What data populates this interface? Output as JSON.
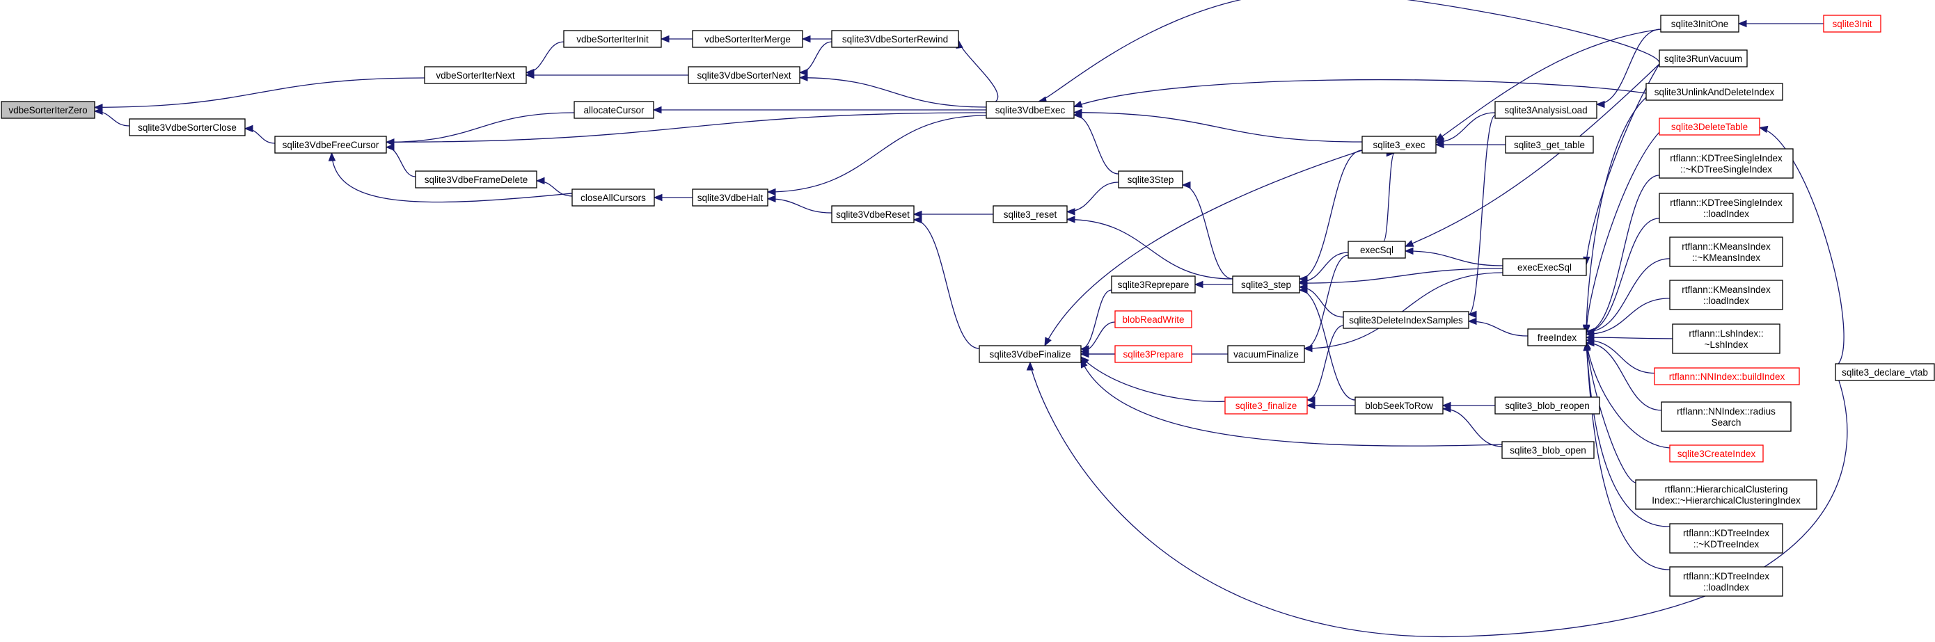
{
  "graph": {
    "colors": {
      "edge": "#191970",
      "root_fill": "#bfbfbf",
      "truncated_border": "#ff0000"
    },
    "nodes": [
      {
        "id": "vdbeSorterIterZero",
        "label": [
          "vdbeSorterIterZero"
        ],
        "root": true
      },
      {
        "id": "vdbeSorterIterNext",
        "label": [
          "vdbeSorterIterNext"
        ]
      },
      {
        "id": "sqlite3VdbeSorterClose",
        "label": [
          "sqlite3VdbeSorterClose"
        ]
      },
      {
        "id": "vdbeSorterIterInit",
        "label": [
          "vdbeSorterIterInit"
        ]
      },
      {
        "id": "vdbeSorterIterMerge",
        "label": [
          "vdbeSorterIterMerge"
        ]
      },
      {
        "id": "sqlite3VdbeSorterRewind",
        "label": [
          "sqlite3VdbeSorterRewind"
        ]
      },
      {
        "id": "sqlite3VdbeSorterNext",
        "label": [
          "sqlite3VdbeSorterNext"
        ]
      },
      {
        "id": "sqlite3VdbeFreeCursor",
        "label": [
          "sqlite3VdbeFreeCursor"
        ]
      },
      {
        "id": "allocateCursor",
        "label": [
          "allocateCursor"
        ]
      },
      {
        "id": "sqlite3VdbeFrameDelete",
        "label": [
          "sqlite3VdbeFrameDelete"
        ]
      },
      {
        "id": "closeAllCursors",
        "label": [
          "closeAllCursors"
        ]
      },
      {
        "id": "sqlite3VdbeHalt",
        "label": [
          "sqlite3VdbeHalt"
        ]
      },
      {
        "id": "sqlite3VdbeExec",
        "label": [
          "sqlite3VdbeExec"
        ]
      },
      {
        "id": "sqlite3VdbeReset",
        "label": [
          "sqlite3VdbeReset"
        ]
      },
      {
        "id": "sqlite3_reset",
        "label": [
          "sqlite3_reset"
        ]
      },
      {
        "id": "sqlite3Step",
        "label": [
          "sqlite3Step"
        ]
      },
      {
        "id": "sqlite3_step",
        "label": [
          "sqlite3_step"
        ]
      },
      {
        "id": "sqlite3VdbeFinalize",
        "label": [
          "sqlite3VdbeFinalize"
        ]
      },
      {
        "id": "sqlite3Reprepare",
        "label": [
          "sqlite3Reprepare"
        ]
      },
      {
        "id": "blobReadWrite",
        "label": [
          "blobReadWrite"
        ],
        "truncated": true
      },
      {
        "id": "sqlite3Prepare",
        "label": [
          "sqlite3Prepare"
        ],
        "truncated": true
      },
      {
        "id": "vacuumFinalize",
        "label": [
          "vacuumFinalize"
        ]
      },
      {
        "id": "sqlite3_finalize",
        "label": [
          "sqlite3_finalize"
        ],
        "truncated": true
      },
      {
        "id": "blobSeekToRow",
        "label": [
          "blobSeekToRow"
        ]
      },
      {
        "id": "sqlite3_exec",
        "label": [
          "sqlite3_exec"
        ]
      },
      {
        "id": "execSql",
        "label": [
          "execSql"
        ]
      },
      {
        "id": "sqlite3DeleteIndexSamples",
        "label": [
          "sqlite3DeleteIndexSamples"
        ]
      },
      {
        "id": "sqlite3AnalysisLoad",
        "label": [
          "sqlite3AnalysisLoad"
        ]
      },
      {
        "id": "sqlite3_get_table",
        "label": [
          "sqlite3_get_table"
        ]
      },
      {
        "id": "execExecSql",
        "label": [
          "execExecSql"
        ]
      },
      {
        "id": "sqlite3_blob_reopen",
        "label": [
          "sqlite3_blob_reopen"
        ]
      },
      {
        "id": "sqlite3_blob_open",
        "label": [
          "sqlite3_blob_open"
        ]
      },
      {
        "id": "freeIndex",
        "label": [
          "freeIndex"
        ]
      },
      {
        "id": "sqlite3InitOne",
        "label": [
          "sqlite3InitOne"
        ]
      },
      {
        "id": "sqlite3Init",
        "label": [
          "sqlite3Init"
        ],
        "truncated": true
      },
      {
        "id": "sqlite3RunVacuum",
        "label": [
          "sqlite3RunVacuum"
        ]
      },
      {
        "id": "sqlite3UnlinkAndDeleteIndex",
        "label": [
          "sqlite3UnlinkAndDeleteIndex"
        ]
      },
      {
        "id": "sqlite3DeleteTable",
        "label": [
          "sqlite3DeleteTable"
        ],
        "truncated": true
      },
      {
        "id": "KDTreeSingleIndex_dtor",
        "label": [
          "rtflann::KDTreeSingleIndex",
          "::~KDTreeSingleIndex"
        ]
      },
      {
        "id": "KDTreeSingleIndex_load",
        "label": [
          "rtflann::KDTreeSingleIndex",
          "::loadIndex"
        ]
      },
      {
        "id": "KMeansIndex_dtor",
        "label": [
          "rtflann::KMeansIndex",
          "::~KMeansIndex"
        ]
      },
      {
        "id": "KMeansIndex_load",
        "label": [
          "rtflann::KMeansIndex",
          "::loadIndex"
        ]
      },
      {
        "id": "LshIndex_dtor",
        "label": [
          "rtflann::LshIndex::",
          "~LshIndex"
        ]
      },
      {
        "id": "NNIndex_build",
        "label": [
          "rtflann::NNIndex::buildIndex"
        ],
        "truncated": true
      },
      {
        "id": "NNIndex_radius",
        "label": [
          "rtflann::NNIndex::radius",
          "Search"
        ]
      },
      {
        "id": "sqlite3CreateIndex",
        "label": [
          "sqlite3CreateIndex"
        ],
        "truncated": true
      },
      {
        "id": "HierClust_dtor",
        "label": [
          "rtflann::HierarchicalClustering",
          "Index::~HierarchicalClusteringIndex"
        ]
      },
      {
        "id": "KDTreeIndex_dtor",
        "label": [
          "rtflann::KDTreeIndex",
          "::~KDTreeIndex"
        ]
      },
      {
        "id": "KDTreeIndex_load",
        "label": [
          "rtflann::KDTreeIndex",
          "::loadIndex"
        ]
      },
      {
        "id": "sqlite3_declare_vtab",
        "label": [
          "sqlite3_declare_vtab"
        ]
      }
    ],
    "edges": [
      [
        "vdbeSorterIterNext",
        "vdbeSorterIterZero"
      ],
      [
        "sqlite3VdbeSorterClose",
        "vdbeSorterIterZero"
      ],
      [
        "vdbeSorterIterInit",
        "vdbeSorterIterNext"
      ],
      [
        "sqlite3VdbeSorterNext",
        "vdbeSorterIterNext"
      ],
      [
        "sqlite3VdbeFreeCursor",
        "sqlite3VdbeSorterClose"
      ],
      [
        "vdbeSorterIterMerge",
        "vdbeSorterIterInit"
      ],
      [
        "sqlite3VdbeSorterRewind",
        "vdbeSorterIterMerge"
      ],
      [
        "sqlite3VdbeSorterRewind",
        "sqlite3VdbeSorterNext"
      ],
      [
        "sqlite3VdbeExec",
        "sqlite3VdbeSorterRewind"
      ],
      [
        "sqlite3VdbeExec",
        "sqlite3VdbeSorterNext"
      ],
      [
        "allocateCursor",
        "sqlite3VdbeFreeCursor"
      ],
      [
        "sqlite3VdbeExec",
        "sqlite3VdbeFreeCursor"
      ],
      [
        "sqlite3VdbeFrameDelete",
        "sqlite3VdbeFreeCursor"
      ],
      [
        "closeAllCursors",
        "sqlite3VdbeFreeCursor"
      ],
      [
        "sqlite3VdbeExec",
        "allocateCursor"
      ],
      [
        "closeAllCursors",
        "sqlite3VdbeFrameDelete"
      ],
      [
        "sqlite3VdbeHalt",
        "closeAllCursors"
      ],
      [
        "sqlite3VdbeExec",
        "sqlite3VdbeHalt"
      ],
      [
        "sqlite3VdbeReset",
        "sqlite3VdbeHalt"
      ],
      [
        "sqlite3_reset",
        "sqlite3VdbeReset"
      ],
      [
        "sqlite3VdbeFinalize",
        "sqlite3VdbeReset"
      ],
      [
        "sqlite3Step",
        "sqlite3_reset"
      ],
      [
        "sqlite3_step",
        "sqlite3_reset"
      ],
      [
        "sqlite3Step",
        "sqlite3VdbeExec"
      ],
      [
        "sqlite3_exec",
        "sqlite3VdbeExec"
      ],
      [
        "sqlite3RunVacuum",
        "sqlite3VdbeExec"
      ],
      [
        "sqlite3UnlinkAndDeleteIndex",
        "sqlite3VdbeExec"
      ],
      [
        "sqlite3_step",
        "sqlite3Step"
      ],
      [
        "sqlite3Reprepare",
        "sqlite3VdbeFinalize"
      ],
      [
        "blobReadWrite",
        "sqlite3VdbeFinalize"
      ],
      [
        "sqlite3Prepare",
        "sqlite3VdbeFinalize"
      ],
      [
        "vacuumFinalize",
        "sqlite3VdbeFinalize"
      ],
      [
        "sqlite3_finalize",
        "sqlite3VdbeFinalize"
      ],
      [
        "sqlite3_exec",
        "sqlite3VdbeFinalize"
      ],
      [
        "sqlite3_blob_open",
        "sqlite3VdbeFinalize"
      ],
      [
        "sqlite3_declare_vtab",
        "sqlite3VdbeFinalize"
      ],
      [
        "sqlite3_step",
        "sqlite3Reprepare"
      ],
      [
        "sqlite3_exec",
        "sqlite3_step"
      ],
      [
        "execSql",
        "sqlite3_step"
      ],
      [
        "execExecSql",
        "sqlite3_step"
      ],
      [
        "sqlite3DeleteIndexSamples",
        "sqlite3_step"
      ],
      [
        "blobSeekToRow",
        "sqlite3_step"
      ],
      [
        "execSql",
        "vacuumFinalize"
      ],
      [
        "execExecSql",
        "vacuumFinalize"
      ],
      [
        "blobSeekToRow",
        "sqlite3_finalize"
      ],
      [
        "sqlite3DeleteIndexSamples",
        "sqlite3_finalize"
      ],
      [
        "sqlite3_blob_reopen",
        "blobSeekToRow"
      ],
      [
        "sqlite3_blob_open",
        "blobSeekToRow"
      ],
      [
        "sqlite3AnalysisLoad",
        "sqlite3_exec"
      ],
      [
        "sqlite3_get_table",
        "sqlite3_exec"
      ],
      [
        "sqlite3InitOne",
        "sqlite3_exec"
      ],
      [
        "execSql",
        "sqlite3_exec"
      ],
      [
        "execExecSql",
        "execSql"
      ],
      [
        "sqlite3RunVacuum",
        "execSql"
      ],
      [
        "sqlite3RunVacuum",
        "execExecSql"
      ],
      [
        "freeIndex",
        "sqlite3DeleteIndexSamples"
      ],
      [
        "sqlite3AnalysisLoad",
        "sqlite3DeleteIndexSamples"
      ],
      [
        "sqlite3InitOne",
        "sqlite3AnalysisLoad"
      ],
      [
        "sqlite3UnlinkAndDeleteIndex",
        "freeIndex"
      ],
      [
        "sqlite3DeleteTable",
        "freeIndex"
      ],
      [
        "KDTreeSingleIndex_dtor",
        "freeIndex"
      ],
      [
        "KDTreeSingleIndex_load",
        "freeIndex"
      ],
      [
        "KMeansIndex_dtor",
        "freeIndex"
      ],
      [
        "KMeansIndex_load",
        "freeIndex"
      ],
      [
        "LshIndex_dtor",
        "freeIndex"
      ],
      [
        "NNIndex_build",
        "freeIndex"
      ],
      [
        "NNIndex_radius",
        "freeIndex"
      ],
      [
        "sqlite3CreateIndex",
        "freeIndex"
      ],
      [
        "HierClust_dtor",
        "freeIndex"
      ],
      [
        "KDTreeIndex_dtor",
        "freeIndex"
      ],
      [
        "KDTreeIndex_load",
        "freeIndex"
      ],
      [
        "sqlite3Init",
        "sqlite3InitOne"
      ],
      [
        "sqlite3_declare_vtab",
        "sqlite3DeleteTable"
      ]
    ]
  }
}
